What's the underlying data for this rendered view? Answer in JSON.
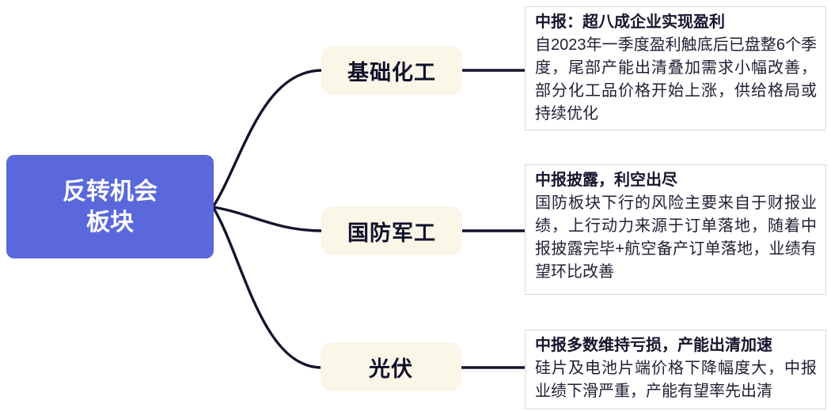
{
  "diagram": {
    "type": "mindmap",
    "root": {
      "label": "反转机会\n板块"
    },
    "branches": [
      {
        "label": "基础化工",
        "note": {
          "title": "中报：超八成企业实现盈利",
          "body": "自2023年一季度盈利触底后已盘整6个季度，尾部产能出清叠加需求小幅改善，部分化工品价格开始上涨，供给格局或持续优化"
        }
      },
      {
        "label": "国防军工",
        "note": {
          "title": "中报披露，利空出尽",
          "body": "国防板块下行的风险主要来自于财报业绩，上行动力来源于订单落地，随着中报披露完毕+航空备产订单落地，业绩有望环比改善"
        }
      },
      {
        "label": "光伏",
        "note": {
          "title": "中报多数维持亏损，产能出清加速",
          "body": "硅片及电池片端价格下降幅度大，中报业绩下滑严重，产能有望率先出清"
        }
      }
    ],
    "palette": {
      "root_node_bg": "#5a68db",
      "root_node_text": "#ffffff",
      "branch_node_bg": "#faf6e8",
      "branch_node_text": "#10102a",
      "connector_line": "#14142c",
      "note_border": "#d9d9d9",
      "note_bg": "#ffffff",
      "note_title_text": "#15152e",
      "note_body_text": "#1f1f33",
      "page_bg": "#ffffff"
    }
  }
}
